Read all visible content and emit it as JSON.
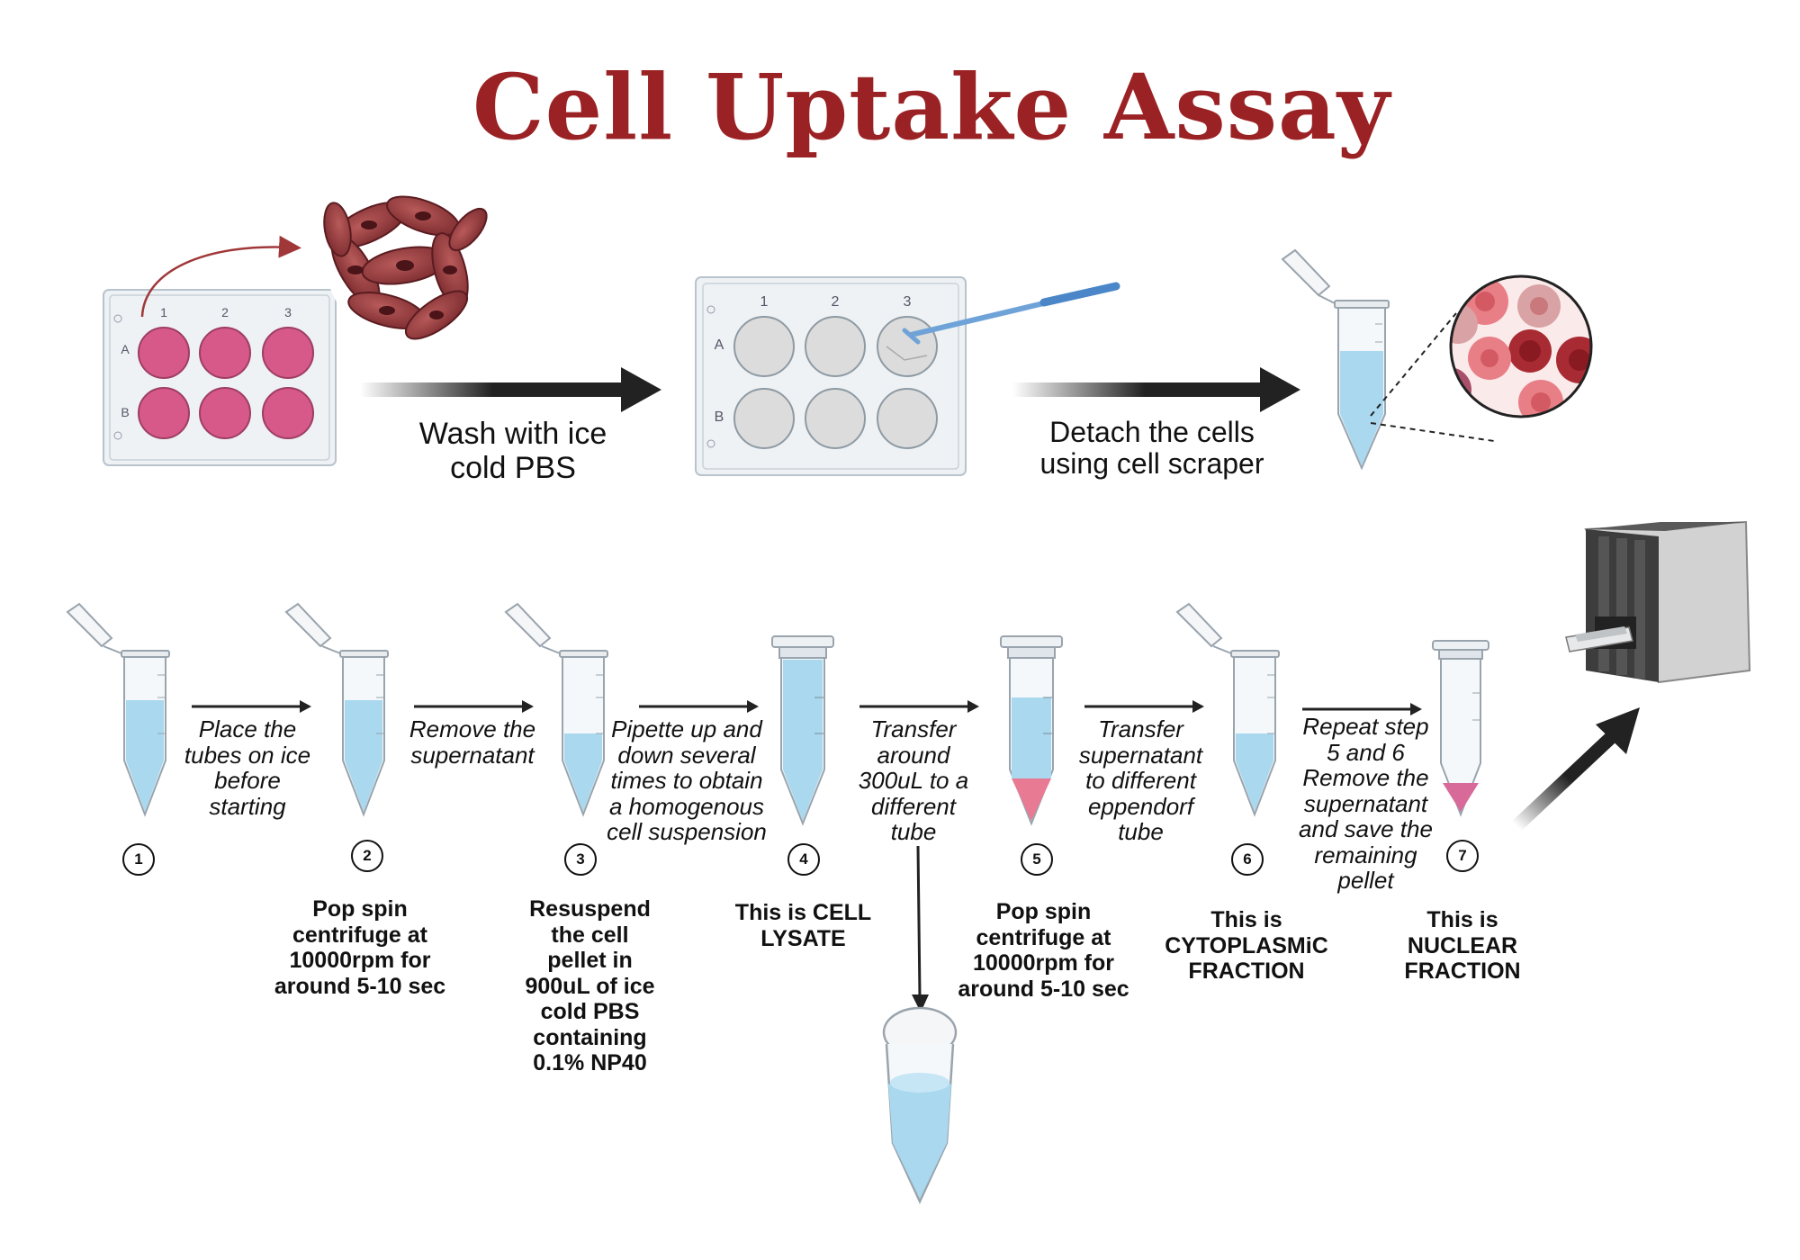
{
  "title": "Cell Uptake Assay",
  "top_row": {
    "plate_columns": [
      "1",
      "2",
      "3"
    ],
    "plate_rows": [
      "A",
      "B"
    ],
    "arrow1_label": "Wash with ice cold PBS",
    "arrow2_label": "Detach the cells using cell scraper"
  },
  "steps": [
    {
      "number": "1",
      "caption": ""
    },
    {
      "number": "2",
      "caption": "Pop spin centrifuge at 10000rpm for around 5-10 sec"
    },
    {
      "number": "3",
      "caption": "Resuspend the cell pellet in 900uL of ice cold PBS containing 0.1% NP40"
    },
    {
      "number": "4",
      "caption": "This is CELL LYSATE"
    },
    {
      "number": "5",
      "caption": "Pop spin centrifuge at 10000rpm for around 5-10 sec"
    },
    {
      "number": "6",
      "caption": "This is CYTOPLASMiC FRACTION"
    },
    {
      "number": "7",
      "caption": "This is NUCLEAR FRACTION"
    }
  ],
  "transitions": [
    "Place the tubes on ice before starting",
    "Remove the supernatant",
    "Pipette up and down several times to obtain a homogenous cell suspension",
    "Transfer around 300uL to a different tube",
    "Transfer supernatant to different eppendorf tube",
    "Repeat step 5 and 6 Remove the supernatant and save the remaining pellet"
  ],
  "colors": {
    "title": "#9b2224",
    "well_pink": "#d6598a",
    "liquid_blue": "#a9d8ef",
    "pellet_pink": "#e87a93",
    "pellet_magenta": "#d86a9a"
  }
}
